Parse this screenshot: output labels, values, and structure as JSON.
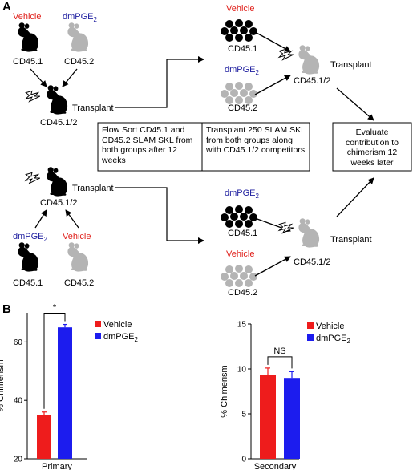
{
  "panel_a": {
    "letter": "A",
    "topleft": {
      "mouse1_label": "Vehicle",
      "mouse1_id": "CD45.1",
      "mouse2_label": "dmPGE",
      "mouse2_sub": "2",
      "mouse2_id": "CD45.2",
      "recipient_id": "CD45.1/2",
      "transplant": "Transplant"
    },
    "bottomleft": {
      "mouse1_label": "dmPGE",
      "mouse1_sub": "2",
      "mouse1_id": "CD45.1",
      "mouse2_label": "Vehicle",
      "mouse2_id": "CD45.2",
      "recipient_id": "CD45.1/2",
      "transplant": "Transplant"
    },
    "topright": {
      "cells1_label": "Vehicle",
      "cells1_id": "CD45.1",
      "cells2_label": "dmPGE",
      "cells2_sub": "2",
      "cells2_id": "CD45.2",
      "recipient_id": "CD45.1/2",
      "transplant": "Transplant"
    },
    "bottomright": {
      "cells1_label": "dmPGE",
      "cells1_sub": "2",
      "cells1_id": "CD45.1",
      "cells2_label": "Vehicle",
      "cells2_id": "CD45.2",
      "recipient_id": "CD45.1/2",
      "transplant": "Transplant"
    },
    "box1": "Flow Sort CD45.1 and CD45.2 SLAM SKL from both groups after 12 weeks",
    "box2": "Transplant 250 SLAM SKL from both groups along with CD45.1/2 competitors",
    "box3": "Evaluate contribution to chimerism 12 weeks later"
  },
  "panel_b": {
    "letter": "B"
  },
  "colors": {
    "vehicle": "#ee1c1c",
    "dmpge2": "#1c1cee",
    "black_mouse": "#000000",
    "grey_mouse": "#b4b4b4",
    "red_text": "#e0201b",
    "blue_text": "#2020a0"
  },
  "chart_data": [
    {
      "type": "bar",
      "categories": [
        "Primary"
      ],
      "series": [
        {
          "name": "Vehicle",
          "values": [
            35
          ],
          "error": [
            1
          ]
        },
        {
          "name": "dmPGE2",
          "values": [
            65
          ],
          "error": [
            1
          ]
        }
      ],
      "ylabel": "% Chimerism",
      "xlabel": "Primary",
      "ylim": [
        20,
        70
      ],
      "yticks": [
        20,
        40,
        60
      ],
      "annotation": "*",
      "legend": [
        "Vehicle",
        "dmPGE2"
      ]
    },
    {
      "type": "bar",
      "categories": [
        "Secondary"
      ],
      "series": [
        {
          "name": "Vehicle",
          "values": [
            9.3
          ],
          "error": [
            0.8
          ]
        },
        {
          "name": "dmPGE2",
          "values": [
            9.0
          ],
          "error": [
            0.7
          ]
        }
      ],
      "ylabel": "% Chimerism",
      "xlabel": "Secondary",
      "ylim": [
        0,
        15
      ],
      "yticks": [
        0,
        5,
        10,
        15
      ],
      "annotation": "NS",
      "legend": [
        "Vehicle",
        "dmPGE2"
      ]
    }
  ]
}
